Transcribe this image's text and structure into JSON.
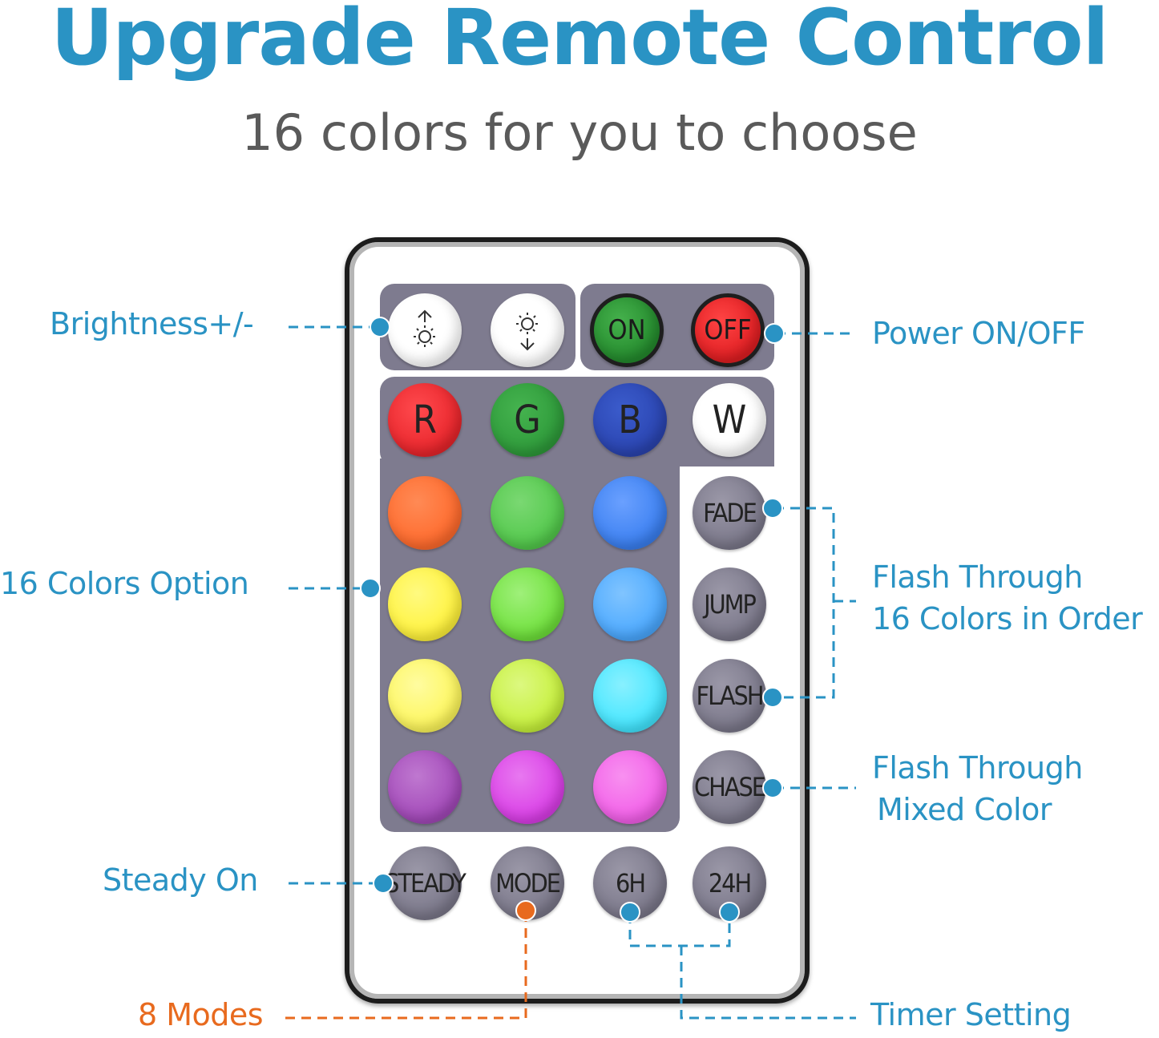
{
  "header": {
    "title": "Upgrade Remote Control",
    "subtitle": "16 colors for you to choose"
  },
  "remote": {
    "brightness_up_icon": "brightness-up-icon",
    "brightness_down_icon": "brightness-down-icon",
    "on_label": "ON",
    "off_label": "OFF",
    "rgbw": [
      "R",
      "G",
      "B",
      "W"
    ],
    "modes": [
      "FADE",
      "JUMP",
      "FLASH",
      "CHASE"
    ],
    "bottom": [
      "STEADY",
      "MODE",
      "6H",
      "24H"
    ],
    "colors": {
      "red": "#e8252b",
      "green": "#2e9a3a",
      "blue": "#2a44b0",
      "white": "#ffffff",
      "row1": [
        "#ff6a2c",
        "#52c84b",
        "#3a7ff0"
      ],
      "row2": [
        "#fff23a",
        "#6ee03a",
        "#4aa8ff"
      ],
      "row3": [
        "#fdf65a",
        "#c6f03a",
        "#42e6ff"
      ],
      "row4": [
        "#a248b8",
        "#d93de6",
        "#f25ee8"
      ]
    }
  },
  "annotations": {
    "brightness": "Brightness+/-",
    "power": "Power ON/OFF",
    "colors_option": "16 Colors Option",
    "flash_order_line1": "Flash Through",
    "flash_order_line2": "16 Colors in Order",
    "flash_mixed_line1": "Flash Through",
    "flash_mixed_line2": "Mixed Color",
    "steady": "Steady On",
    "modes": "8 Modes",
    "timer": "Timer Setting",
    "accent_color": "#2a93c4",
    "modes_color": "#e86a1e"
  }
}
